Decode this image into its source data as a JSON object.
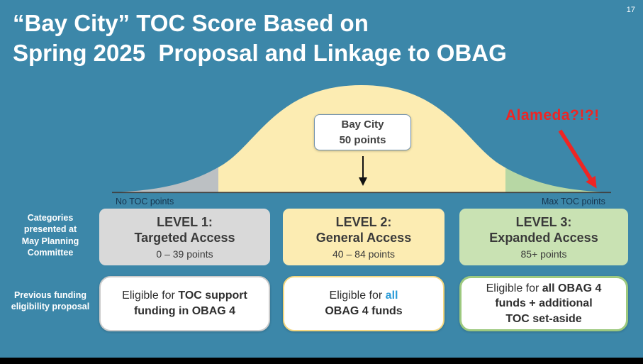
{
  "slide": {
    "page_number": "17",
    "title_line1": "“Bay City” TOC Score Based on",
    "title_line2": "Spring 2025  Proposal and Linkage to OBAG"
  },
  "diagram": {
    "callout_title": "Bay City",
    "callout_subtitle": "50 points",
    "annotation": "Alameda?!?!",
    "axis_left_label": "No TOC points",
    "axis_right_label": "Max TOC points",
    "colors": {
      "background": "#3C87A9",
      "curve_left_gray": "#BCC0C3",
      "curve_middle_yellow": "#FCECB2",
      "curve_right_green": "#B7D7A4",
      "annotation_red": "#EE2524",
      "accent_blue": "#2B9CD8"
    }
  },
  "side_labels": {
    "categories": "Categories\npresented at\nMay Planning\nCommittee",
    "eligibility": "Previous funding\neligibility proposal"
  },
  "levels": [
    {
      "heading": "LEVEL 1:",
      "name": "Targeted Access",
      "range": "0 – 39 points"
    },
    {
      "heading": "LEVEL 2:",
      "name": "General Access",
      "range": "40 – 84 points"
    },
    {
      "heading": "LEVEL 3:",
      "name": "Expanded Access",
      "range": "85+ points"
    }
  ],
  "eligibility_boxes": [
    {
      "line1_normal": "Eligible for ",
      "line1_bold": "TOC support",
      "line2_bold": "funding in OBAG 4"
    },
    {
      "line1_normal": "Eligible for ",
      "line1_accent": "all",
      "line2_bold": "OBAG 4 funds"
    },
    {
      "line1_normal": "Eligible for ",
      "line1_bold": "all OBAG 4",
      "line2_bold": "funds + additional",
      "line3_bold": "TOC set-aside"
    }
  ]
}
